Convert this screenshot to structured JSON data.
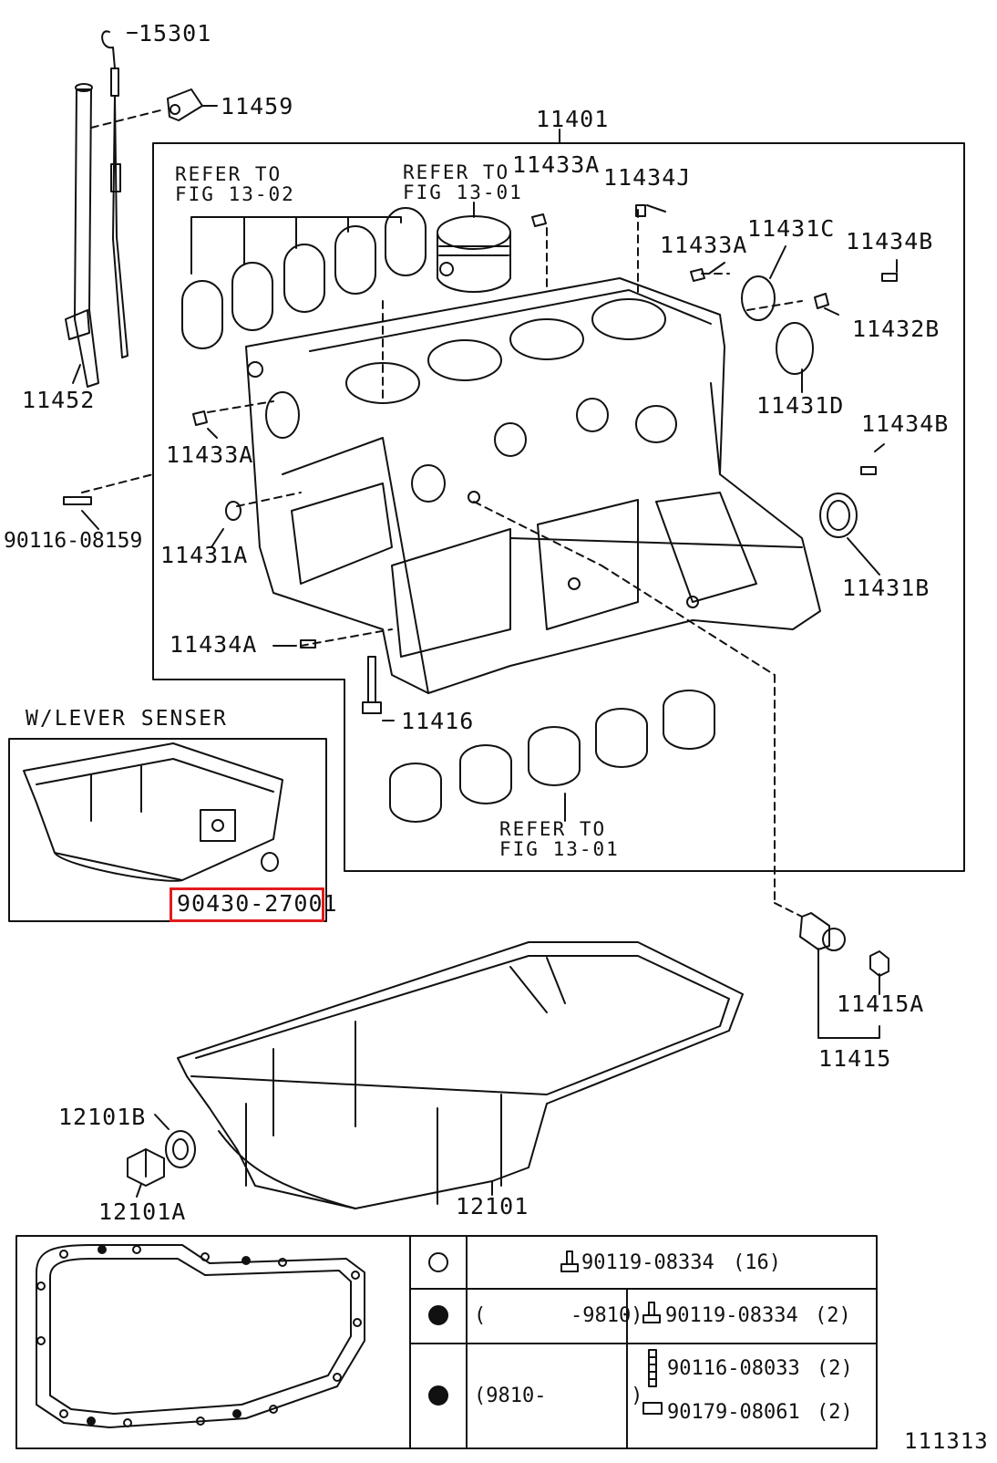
{
  "diagram": {
    "figure_number": "111313",
    "parts": {
      "p15301": "15301",
      "p11459": "11459",
      "p11452": "11452",
      "p11401": "11401",
      "p11433A_top": "11433A",
      "p11434J": "11434J",
      "p11433A_mid": "11433A",
      "p11431C": "11431C",
      "p11434B_top": "11434B",
      "p11432B": "11432B",
      "p11431D": "11431D",
      "p11434B_mid": "11434B",
      "p11433A_left": "11433A",
      "p90116_08159": "90116-08159",
      "p11431A": "11431A",
      "p11431B": "11431B",
      "p11434A": "11434A",
      "p11416": "11416",
      "p90430_27001": "90430-27001",
      "p11415A": "11415A",
      "p11415": "11415",
      "p12101B": "12101B",
      "p12101A": "12101A",
      "p12101": "12101"
    },
    "notes": {
      "refer_1302": "REFER TO\nFIG 13-02",
      "refer_1301_top": "REFER TO\nFIG 13-01",
      "refer_1301_bottom": "REFER TO\nFIG 13-01",
      "lever_sensor": "W/LEVER SENSER"
    },
    "highlighted_part": "90430-27001",
    "highlight_color": "#e21b1b"
  },
  "legend_table": {
    "row1": {
      "bolt": "90119-08334",
      "qty": "(16)"
    },
    "row2": {
      "range": "(       -9810)",
      "bolt": "90119-08334",
      "qty": "(2)"
    },
    "row3": {
      "range": "(9810-       )",
      "stud": "90116-08033",
      "stud_qty": "(2)",
      "nut": "90179-08061",
      "nut_qty": "(2)"
    }
  }
}
